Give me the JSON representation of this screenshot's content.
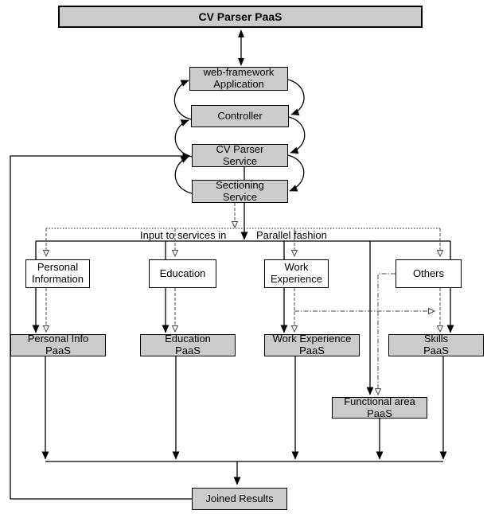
{
  "diagram": {
    "title": "CV Parser PaaS",
    "nodes": {
      "cv_parser_paas": {
        "lines": [
          "CV Parser PaaS"
        ]
      },
      "web_framework": {
        "lines": [
          "web-framework",
          "Application"
        ]
      },
      "controller": {
        "lines": [
          "Controller"
        ]
      },
      "cv_parser_service": {
        "lines": [
          "CV Parser",
          "Service"
        ]
      },
      "sectioning_service": {
        "lines": [
          "Sectioning",
          "Service"
        ]
      },
      "personal_information": {
        "lines": [
          "Personal",
          "Information"
        ]
      },
      "education": {
        "lines": [
          "Education"
        ]
      },
      "work_experience": {
        "lines": [
          "Work",
          "Experience"
        ]
      },
      "others": {
        "lines": [
          "Others"
        ]
      },
      "personal_info_paas": {
        "lines": [
          "Personal Info",
          "PaaS"
        ]
      },
      "education_paas": {
        "lines": [
          "Education",
          "PaaS"
        ]
      },
      "work_experience_paas": {
        "lines": [
          "Work Experience",
          "PaaS"
        ]
      },
      "skills_paas": {
        "lines": [
          "Skills",
          "PaaS"
        ]
      },
      "functional_area_paas": {
        "lines": [
          "Functional area",
          "PaaS"
        ]
      },
      "joined_results": {
        "lines": [
          "Joined Results"
        ]
      }
    },
    "annotations": {
      "input_to_services": "Input to services in",
      "parallel_fashion": "Parallel fashion"
    },
    "colors": {
      "node_fill": "#cbcbcb",
      "white_fill": "#ffffff",
      "border": "#000000",
      "line": "#000000",
      "dashed_line": "#4a4a4a"
    }
  }
}
